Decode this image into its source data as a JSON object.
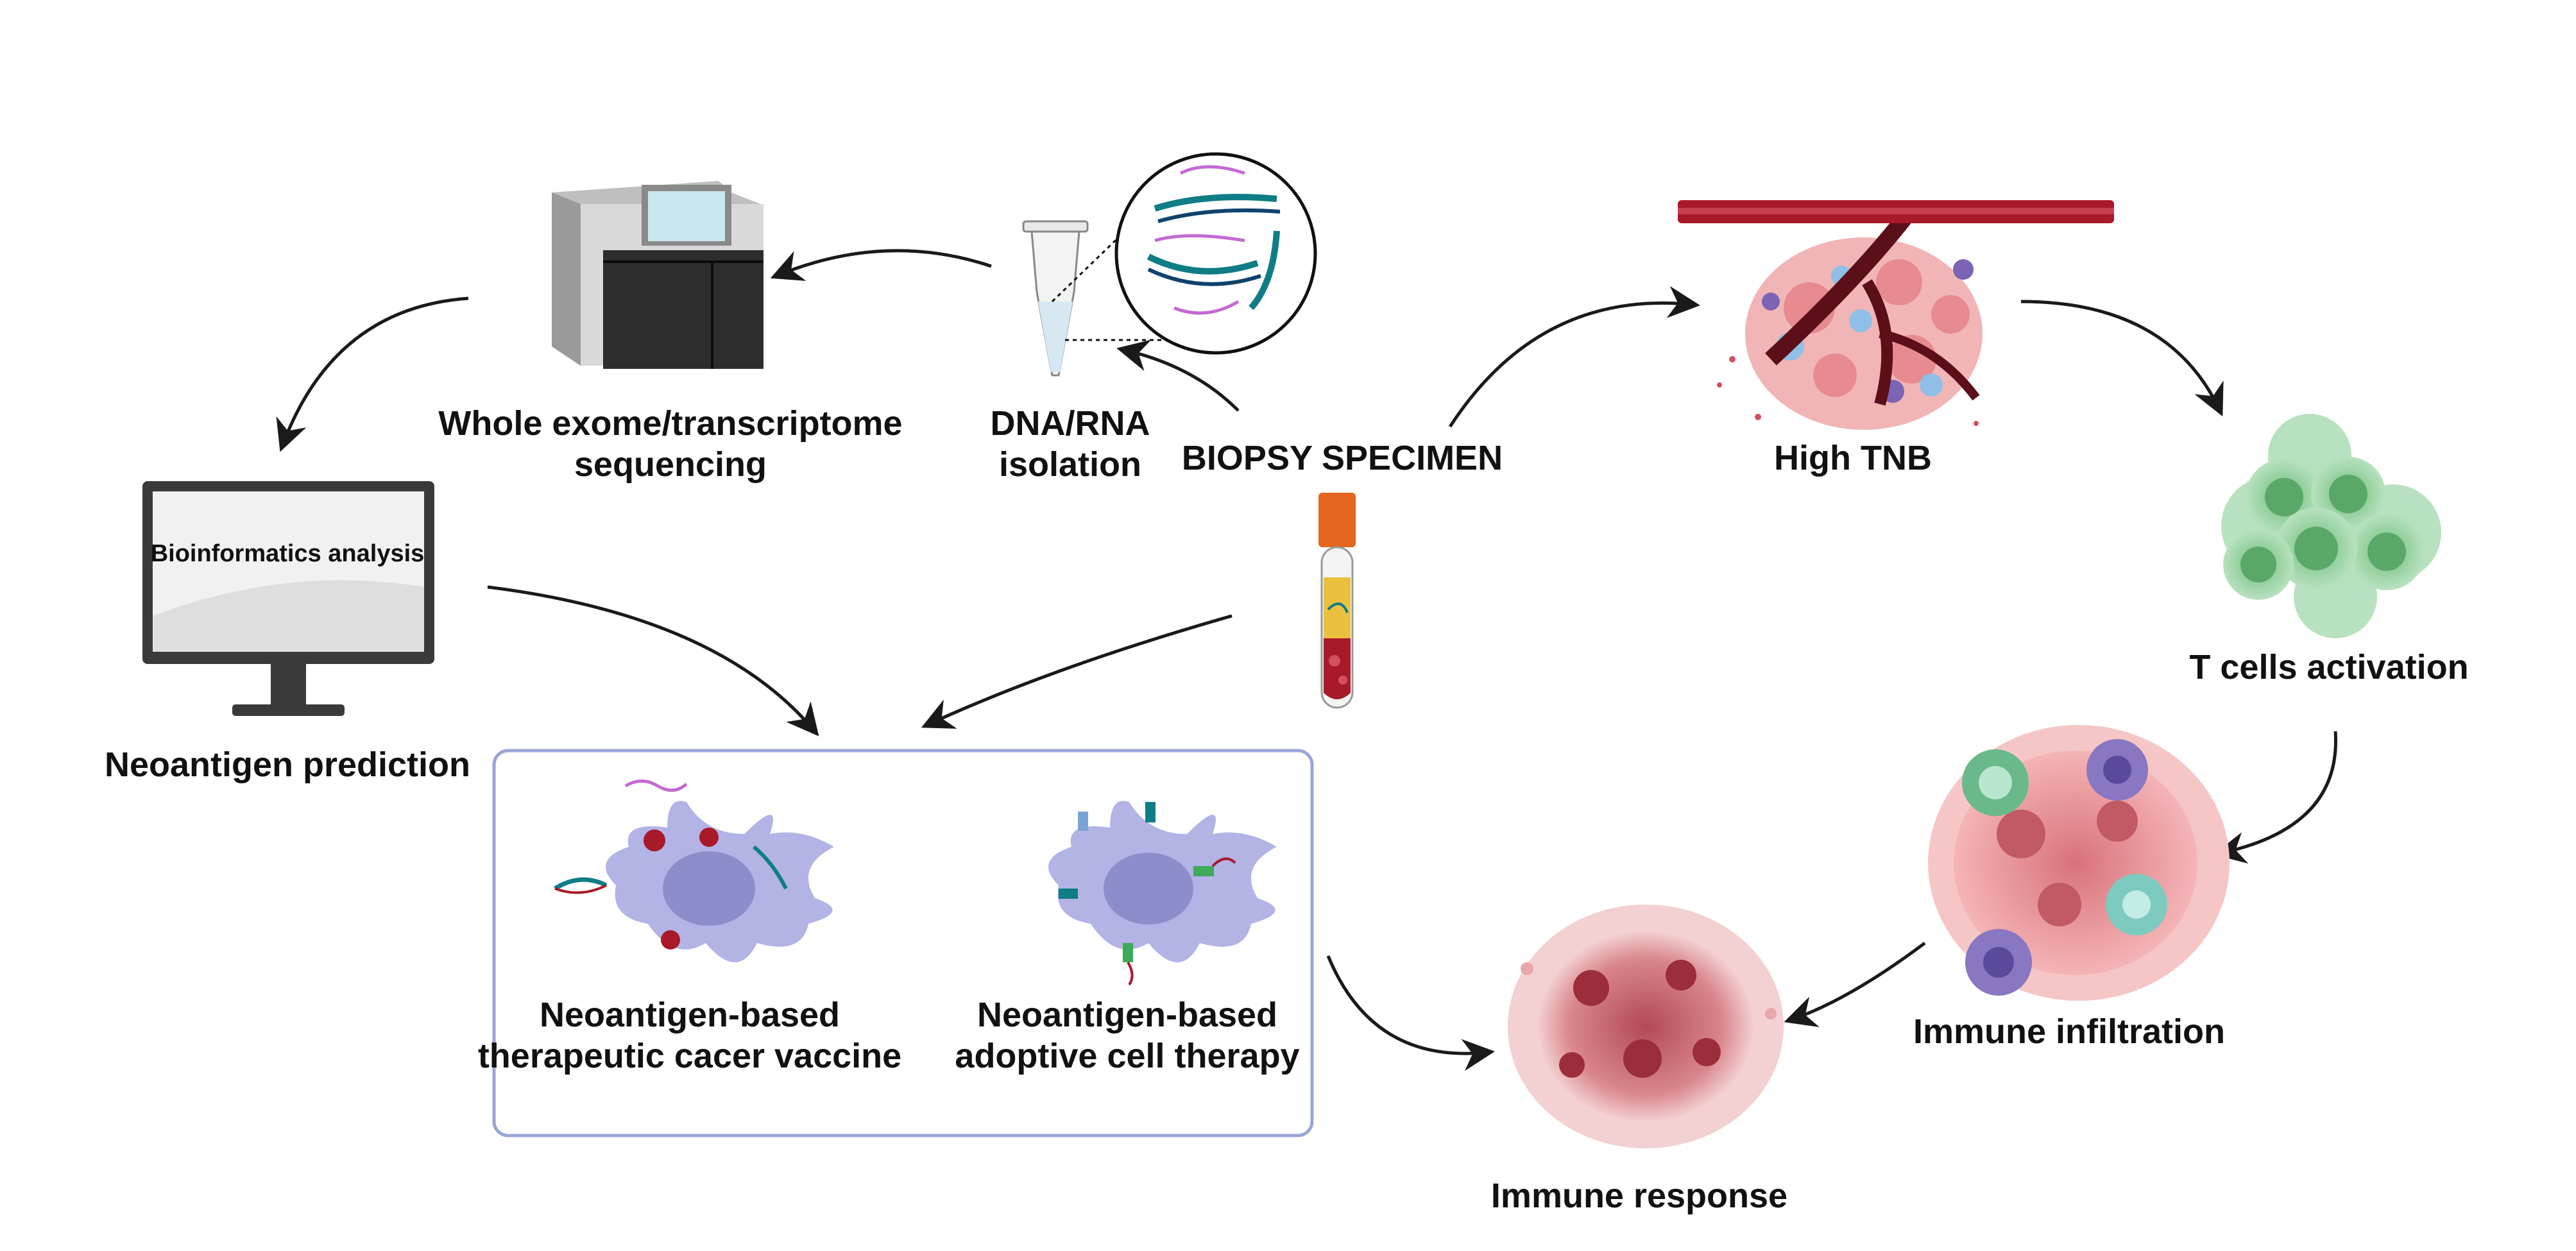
{
  "labels": {
    "whole_exome": [
      "Whole exome/transcriptome",
      "sequencing"
    ],
    "dna_rna": [
      "DNA/RNA",
      "isolation"
    ],
    "biopsy": "BIOPSY SPECIMEN",
    "high_tnb": "High TNB",
    "t_cells": "T cells activation",
    "bioinformatics": "Bioinformatics analysis",
    "neoantigen_prediction": "Neoantigen prediction",
    "immune_infiltration": "Immune infiltration",
    "immune_response": "Immune response",
    "vaccine": [
      "Neoantigen-based",
      "therapeutic cacer vaccine"
    ],
    "adoptive": [
      "Neoantigen-based",
      "adoptive cell therapy"
    ]
  },
  "colors": {
    "arrow": "#1a1a1a",
    "box_border": "#9aa6d6",
    "dendritic_cell": "#b3b3e6",
    "dendritic_nucleus": "#8d8dcc",
    "tcell_green": "#8fcf9a",
    "tumor_pink": "#e98c92",
    "blood_red": "#a8192a",
    "dna_teal": "#0f7d86",
    "dna_purple": "#c36bd3",
    "monitor": "#3a3a3a",
    "sequencer": "#2e2e2e"
  }
}
